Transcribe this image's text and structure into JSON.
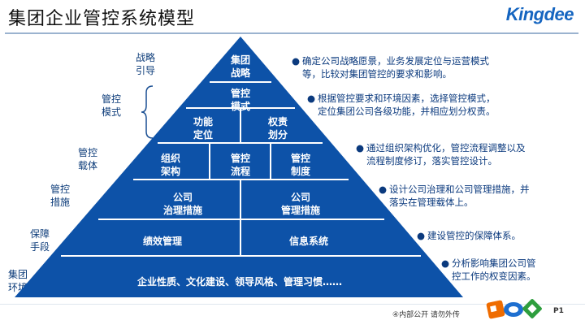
{
  "title": "集团企业管控系统模型",
  "brand": "Kingdee",
  "colors": {
    "pyramid": "#0d52a8",
    "divider": "#ffffff",
    "text_dark": "#0b3a7e",
    "brace": "#1a4f93"
  },
  "side_labels": {
    "strategy": "战略\n引导",
    "mode": "管控\n模式",
    "carrier": "管控\n载体",
    "measures": "管控\n措施",
    "guarantee": "保障\n手段",
    "environment": "集团\n环境"
  },
  "pyramid": {
    "apex": "集团\n战略",
    "mode": "管控\n模式",
    "function_position": "功能\n定位",
    "authority_division": "权责\n划分",
    "org_structure": "组织\n架构",
    "control_process": "管控\n流程",
    "control_system": "管控\n制度",
    "company_governance": "公司\n治理措施",
    "company_management": "公司\n管理措施",
    "performance": "绩效管理",
    "info_system": "信息系统",
    "base": "企业性质、文化建设、领导风格、管理习惯……"
  },
  "bullets": [
    "确定公司战略愿景，业务发展定位与运营模式\n等，比较对集团管控的要求和影响。",
    "根据管控要求和环境因素，选择管控模式，\n定位集团公司各级功能，并相应划分权责。",
    "通过组织架构优化，管控流程调整以及\n流程制度修订，落实管控设计。",
    "设计公司治理和公司管理措施，并\n落实在管理载体上。",
    "建设管控的保障体系。",
    "分析影响集团公司管\n控工作的权变因素。"
  ],
  "footer": {
    "note": "④内部公开 请勿外传",
    "page": "P1"
  }
}
